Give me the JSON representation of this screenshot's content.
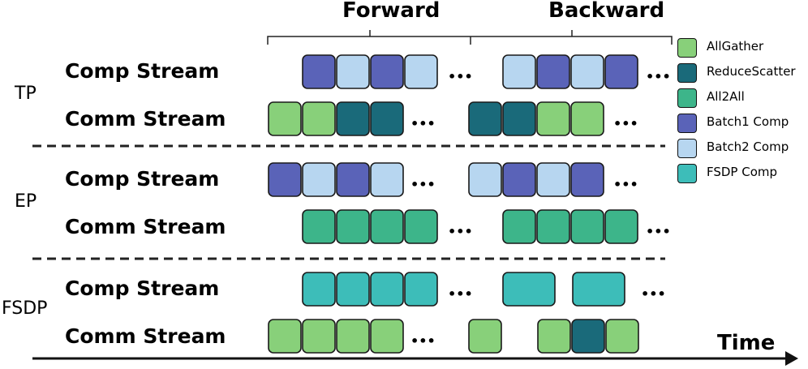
{
  "phases": {
    "forward": "Forward",
    "backward": "Backward"
  },
  "groups": [
    {
      "label": "TP",
      "comp": "Comp Stream",
      "comm": "Comm Stream"
    },
    {
      "label": "EP",
      "comp": "Comp Stream",
      "comm": "Comm Stream"
    },
    {
      "label": "FSDP",
      "comp": "Comp Stream",
      "comm": "Comm Stream"
    }
  ],
  "time_label": "Time",
  "ellipsis": "•••",
  "legend": [
    {
      "key": "allgather",
      "label": "AllGather",
      "color": "#88d07a"
    },
    {
      "key": "reducescatter",
      "label": "ReduceScatter",
      "color": "#1a6a7a"
    },
    {
      "key": "all2all",
      "label": "All2All",
      "color": "#3db58a"
    },
    {
      "key": "batch1",
      "label": "Batch1 Comp",
      "color": "#5a63b8"
    },
    {
      "key": "batch2",
      "label": "Batch2 Comp",
      "color": "#b7d6f0"
    },
    {
      "key": "fsdp",
      "label": "FSDP Comp",
      "color": "#3dbdb9"
    }
  ],
  "rows": [
    {
      "name": "tp-comp-row",
      "forward": [
        "batch1",
        "batch2",
        "batch1",
        "batch2"
      ],
      "backward": [
        "batch2",
        "batch1",
        "batch2",
        "batch1"
      ]
    },
    {
      "name": "tp-comm-row",
      "forward": [
        "allgather",
        "allgather",
        "reducescatter",
        "reducescatter"
      ],
      "backward": [
        "reducescatter",
        "reducescatter",
        "allgather",
        "allgather"
      ]
    },
    {
      "name": "ep-comp-row",
      "forward": [
        "batch1",
        "batch2",
        "batch1",
        "batch2"
      ],
      "backward": [
        "batch2",
        "batch1",
        "batch2",
        "batch1"
      ]
    },
    {
      "name": "ep-comm-row",
      "forward": [
        "all2all",
        "all2all",
        "all2all",
        "all2all"
      ],
      "backward": [
        "all2all",
        "all2all",
        "all2all",
        "all2all"
      ]
    },
    {
      "name": "fsdp-comp-row",
      "forward": [
        "fsdp",
        "fsdp",
        "fsdp",
        "fsdp"
      ],
      "backward": [
        "fsdp",
        "fsdp"
      ]
    },
    {
      "name": "fsdp-comm-row",
      "forward": [
        "allgather",
        "allgather",
        "allgather",
        "allgather"
      ],
      "backward": [
        "allgather",
        "allgather",
        "reducescatter",
        "allgather"
      ]
    }
  ]
}
